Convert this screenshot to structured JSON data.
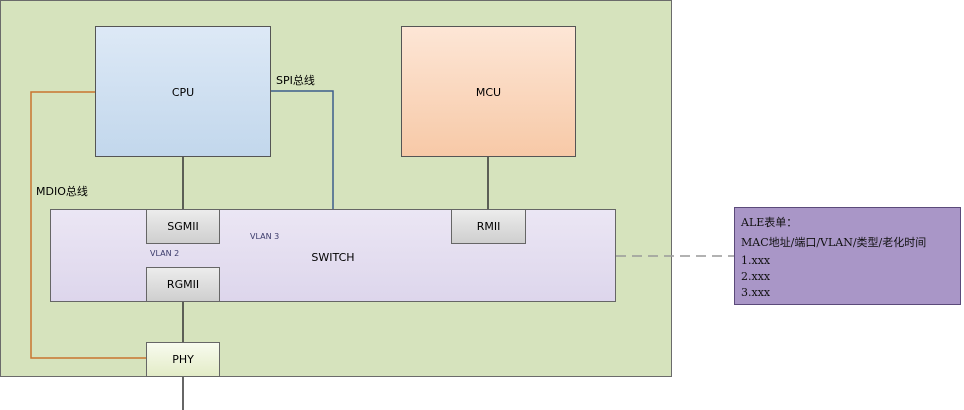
{
  "cpu": {
    "label": "CPU"
  },
  "mcu": {
    "label": "MCU"
  },
  "switch": {
    "label": "SWITCH"
  },
  "ports": {
    "sgmii": "SGMII",
    "rmii": "RMII",
    "rgmii": "RGMII"
  },
  "phy": {
    "label": "PHY"
  },
  "buses": {
    "spi": "SPI总线",
    "mdio": "MDIO总线"
  },
  "vlans": {
    "vlan3": "VLAN 3",
    "vlan2": "VLAN 2"
  },
  "ale": {
    "title": "ALE表单：",
    "header": "MAC地址/端口/VLAN/类型/老化时间",
    "rows": [
      "1.xxx",
      "2.xxx",
      "3.xxx"
    ]
  },
  "colors": {
    "board": "#d6e3bd",
    "cpu": "#c9dcf0",
    "mcu": "#f9d4b8",
    "switch": "#e2dcef",
    "ale": "#a996c7",
    "spi_line": "#3d5e8c",
    "mdio_line": "#c8752f"
  }
}
